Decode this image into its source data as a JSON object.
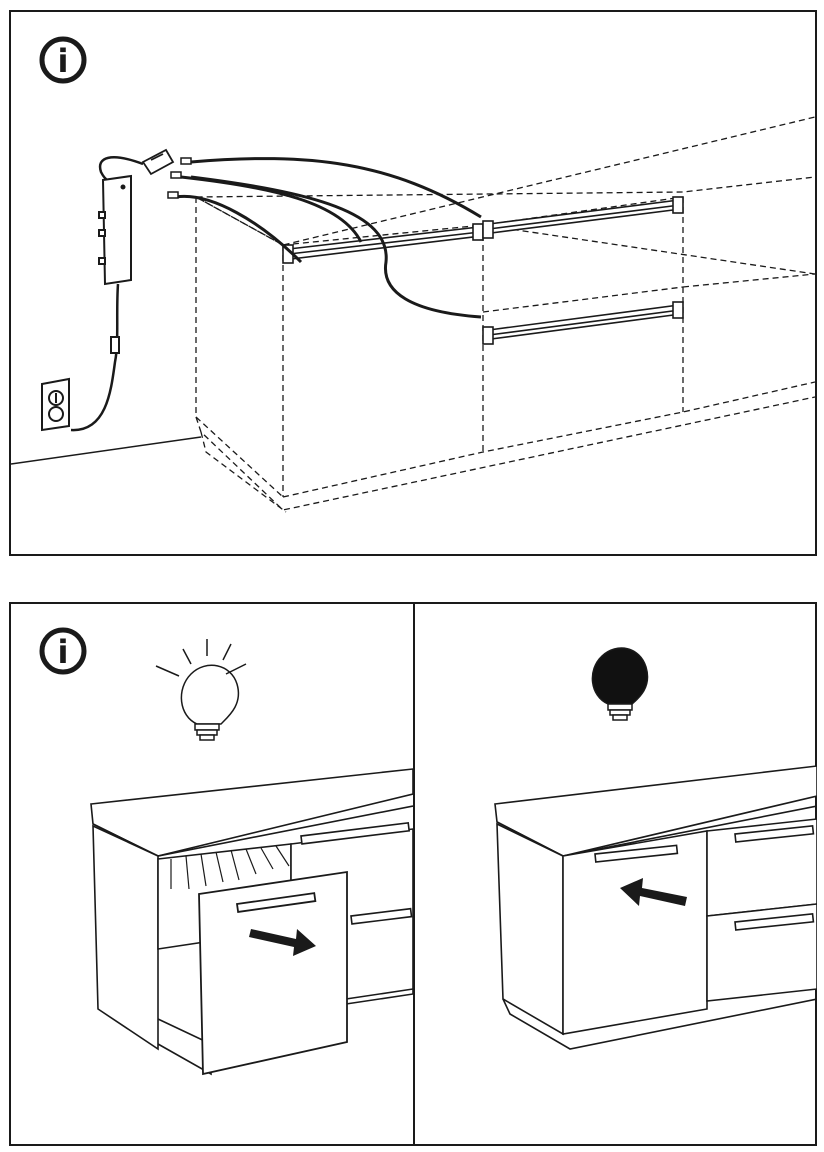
{
  "panels": {
    "top": {
      "info_icon": {
        "glyph": "i",
        "name": "info-icon"
      }
    },
    "bottom_left": {
      "info_icon": {
        "glyph": "i",
        "name": "info-icon"
      },
      "bulb": "light-on-icon",
      "drawer_state": "open"
    },
    "bottom_right": {
      "bulb": "light-off-icon",
      "drawer_state": "closed"
    }
  },
  "colors": {
    "line": "#1a1a1a",
    "background": "#ffffff",
    "bulb_off": "#111111"
  }
}
